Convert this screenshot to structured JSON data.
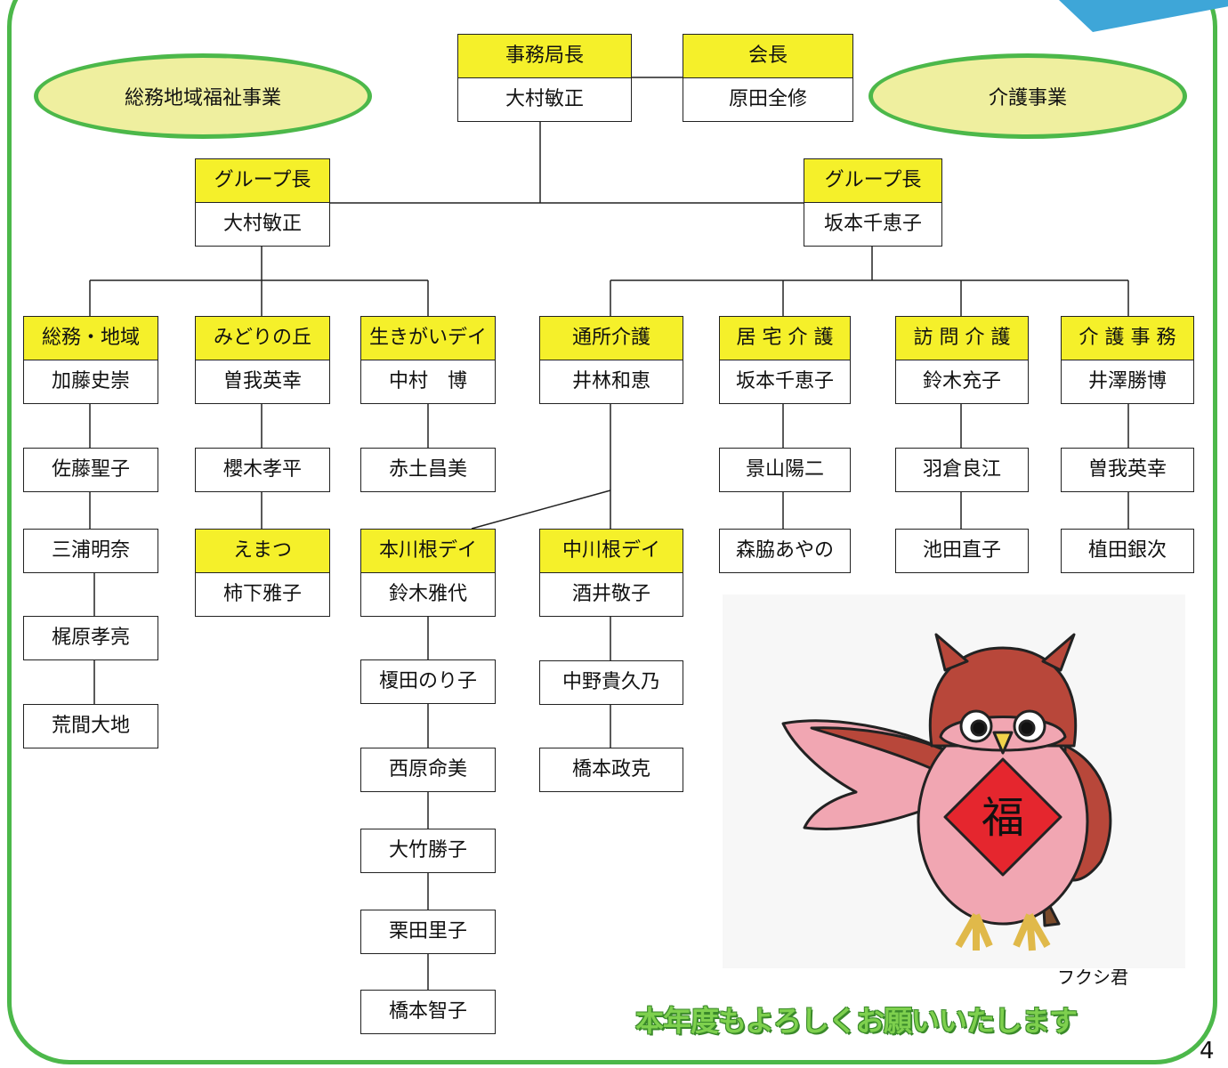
{
  "header": {
    "left_ellipse": "総務地域福祉事業",
    "right_ellipse": "介護事業"
  },
  "top": {
    "secretary": {
      "role": "事務局長",
      "name": "大村敏正"
    },
    "chair": {
      "role": "会長",
      "name": "原田全修"
    }
  },
  "groups": {
    "left": {
      "role": "グループ長",
      "name": "大村敏正"
    },
    "right": {
      "role": "グループ長",
      "name": "坂本千恵子"
    }
  },
  "units": {
    "soumu": {
      "role": "総務・地域",
      "name": "加藤史崇",
      "members": [
        "佐藤聖子",
        "三浦明奈",
        "梶原孝亮",
        "荒間大地"
      ]
    },
    "midori": {
      "role": "みどりの丘",
      "name": "曽我英幸",
      "members": [
        "櫻木孝平"
      ]
    },
    "ematsu": {
      "role": "えまつ",
      "name": "柿下雅子"
    },
    "ikigai": {
      "role": "生きがいデイ",
      "name": "中村　博",
      "members": [
        "赤土昌美"
      ]
    },
    "tsusho": {
      "role": "通所介護",
      "name": "井林和恵"
    },
    "motokawane": {
      "role": "本川根デイ",
      "name": "鈴木雅代",
      "members": [
        "榎田のり子",
        "西原命美",
        "大竹勝子",
        "栗田里子",
        "橋本智子"
      ]
    },
    "nakakawane": {
      "role": "中川根デイ",
      "name": "酒井敬子",
      "members": [
        "中野貴久乃",
        "橋本政克"
      ]
    },
    "kyotaku": {
      "role": "居 宅 介 護",
      "name": "坂本千恵子",
      "members": [
        "景山陽二",
        "森脇あやの"
      ]
    },
    "houmon": {
      "role": "訪 問 介 護",
      "name": "鈴木充子",
      "members": [
        "羽倉良江",
        "池田直子"
      ]
    },
    "jimu": {
      "role": "介 護 事 務",
      "name": "井澤勝博",
      "members": [
        "曽我英幸",
        "植田銀次"
      ]
    }
  },
  "mascot": {
    "caption": "フクシ君",
    "badge": "福",
    "icon": "owl-mascot"
  },
  "slogan": "本年度もよろしくお願いいたします",
  "page_number": "4",
  "colors": {
    "frame": "#4cb84a",
    "role_fill": "#f5f02a",
    "ellipse_fill": "#efef9f",
    "slogan": "#7ed04e"
  }
}
